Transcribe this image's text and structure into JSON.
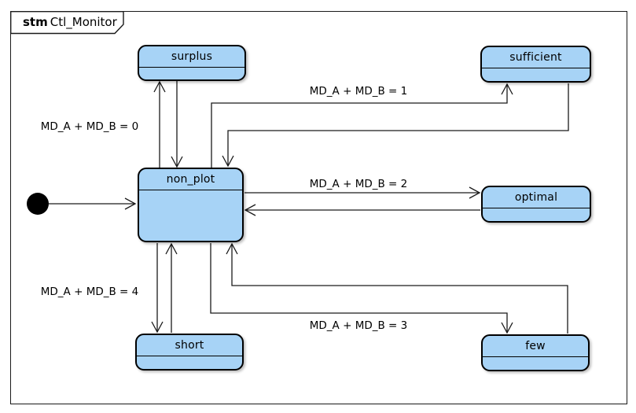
{
  "frame": {
    "keyword": "stm",
    "title": "Ctl_Monitor"
  },
  "colors": {
    "state_fill": "#A7D3F6",
    "state_border": "#000000",
    "line": "#1A1A1A",
    "background": "#FFFFFF"
  },
  "states": {
    "surplus": {
      "label": "surplus"
    },
    "sufficient": {
      "label": "sufficient"
    },
    "non_plot": {
      "label": "non_plot"
    },
    "optimal": {
      "label": "optimal"
    },
    "short": {
      "label": "short"
    },
    "few": {
      "label": "few"
    }
  },
  "initial": {
    "to": "non_plot"
  },
  "transitions": {
    "md0": {
      "from": "non_plot",
      "to": "surplus",
      "label": "MD_A + MD_B = 0"
    },
    "md1": {
      "from": "non_plot",
      "to": "sufficient",
      "label": "MD_A + MD_B = 1"
    },
    "md2": {
      "from": "non_plot",
      "to": "optimal",
      "label": "MD_A + MD_B = 2"
    },
    "md3": {
      "from": "non_plot",
      "to": "few",
      "label": "MD_A + MD_B = 3"
    },
    "md4": {
      "from": "non_plot",
      "to": "short",
      "label": "MD_A + MD_B = 4"
    },
    "surplus_return": {
      "from": "surplus",
      "to": "non_plot",
      "label": ""
    },
    "sufficient_return": {
      "from": "sufficient",
      "to": "non_plot",
      "label": ""
    },
    "optimal_return": {
      "from": "optimal",
      "to": "non_plot",
      "label": ""
    },
    "short_return": {
      "from": "short",
      "to": "non_plot",
      "label": ""
    },
    "few_return": {
      "from": "few",
      "to": "non_plot",
      "label": ""
    }
  }
}
